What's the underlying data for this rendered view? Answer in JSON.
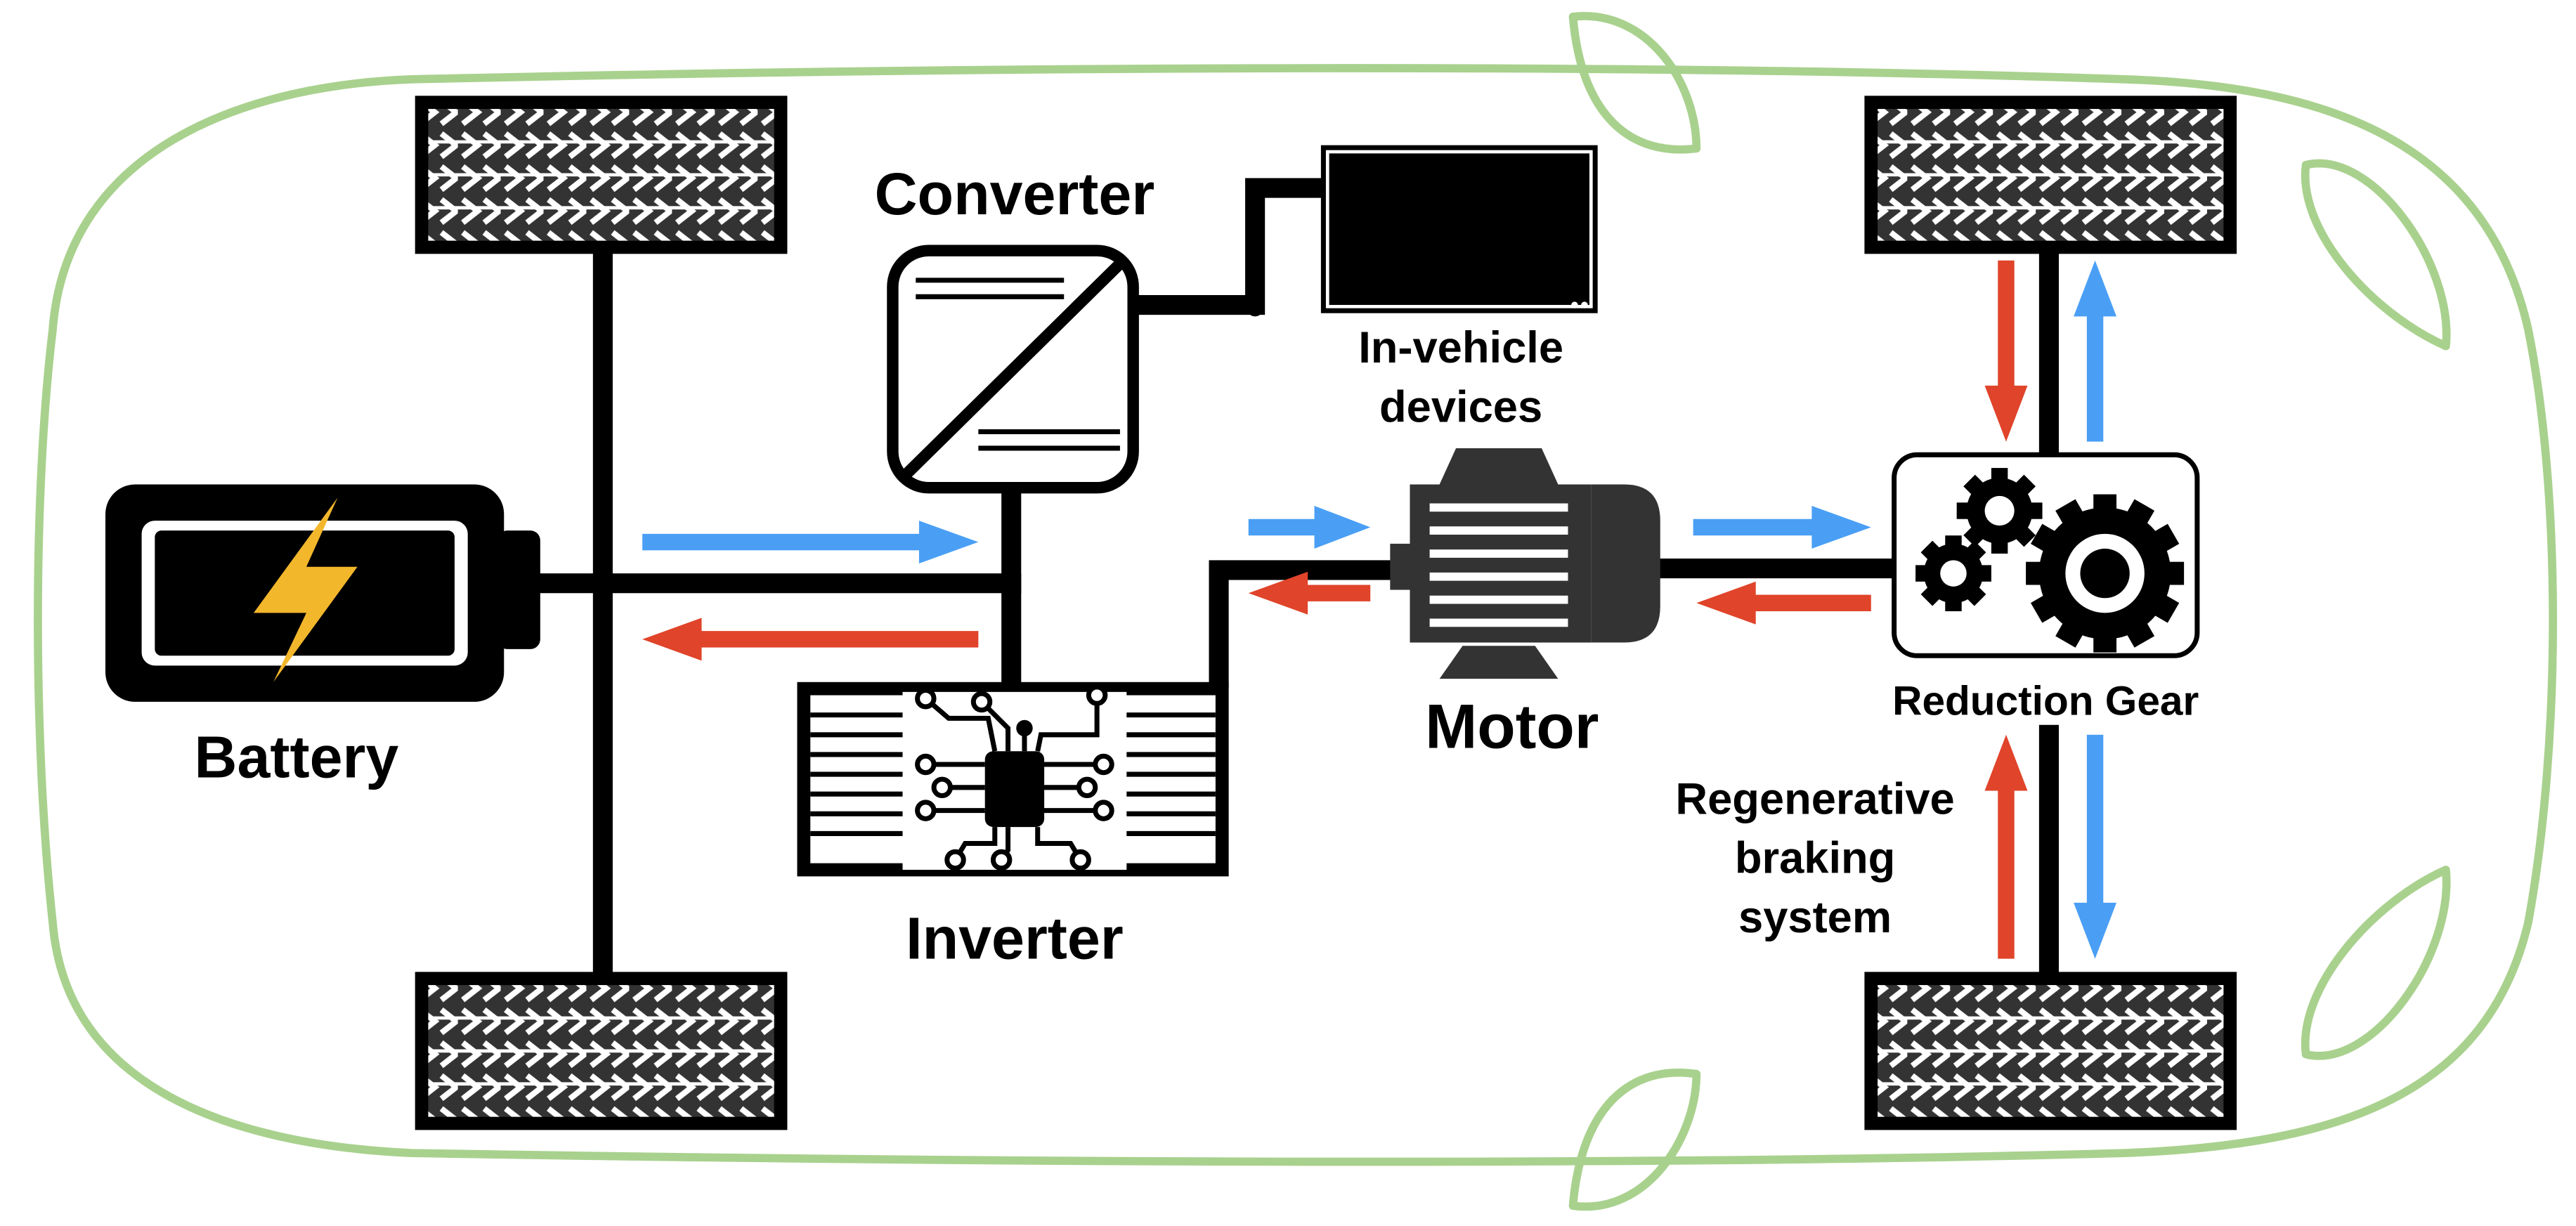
{
  "labels": {
    "converter": "Converter",
    "in_vehicle_line1": "In-vehicle",
    "in_vehicle_line2": "devices",
    "battery": "Battery",
    "inverter": "Inverter",
    "motor": "Motor",
    "reduction_gear": "Reduction Gear",
    "regen_line1": "Regenerative",
    "regen_line2": "braking",
    "regen_line3": "system"
  },
  "colors": {
    "car_outline": "#a9d18e",
    "power_forward": "#4a9ff5",
    "power_regen": "#e0442a",
    "bolt": "#f3b72c",
    "ink": "#000000",
    "motor_body": "#333333"
  },
  "icons": [
    "car-outline",
    "tire-icon",
    "battery-icon",
    "converter-icon",
    "screen-icon",
    "inverter-icon",
    "motor-icon",
    "gears-icon"
  ]
}
